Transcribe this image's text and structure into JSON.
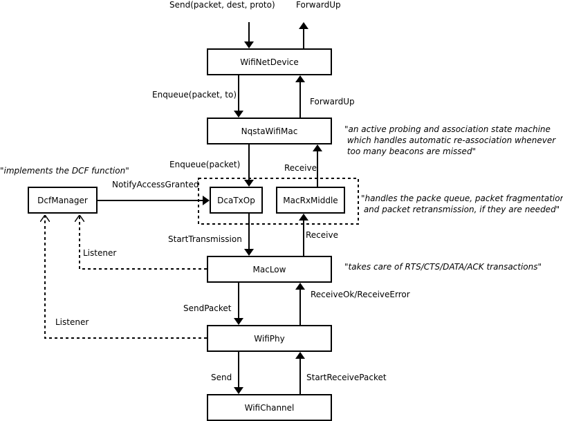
{
  "nodes": {
    "wifinetdevice": "WifiNetDevice",
    "nqstawifimac": "NqstaWifiMac",
    "dcfmanager": "DcfManager",
    "dcatxop": "DcaTxOp",
    "macrxmiddle": "MacRxMiddle",
    "maclow": "MacLow",
    "wifiphy": "WifiPhy",
    "wifichannel": "WifiChannel"
  },
  "edges": {
    "send_in": "Send(packet, dest, proto)",
    "forwardup_out": "ForwardUp",
    "enqueue_to": "Enqueue(packet, to)",
    "forwardup_mac": "ForwardUp",
    "enqueue_packet": "Enqueue(packet)",
    "receive_mid": "Receive",
    "notify_access": "NotifyAccessGranted",
    "start_transmission": "StartTransmission",
    "receive_low": "Receive",
    "listener_maclow": "Listener",
    "send_packet": "SendPacket",
    "receive_ok_error": "ReceiveOk/ReceiveError",
    "listener_phy": "Listener",
    "send": "Send",
    "start_receive_packet": "StartReceivePacket"
  },
  "notes": {
    "nqsta": [
      "\"an active probing and association state machine",
      " which handles automatic re-association whenever",
      " too many beacons are missed\""
    ],
    "dcf": "\"implements the DCF function\"",
    "queue": [
      "\"handles the packe queue, packet fragmentation,",
      " and packet retransmission, if they are needed\""
    ],
    "maclow": "\"takes care of RTS/CTS/DATA/ACK transactions\""
  }
}
